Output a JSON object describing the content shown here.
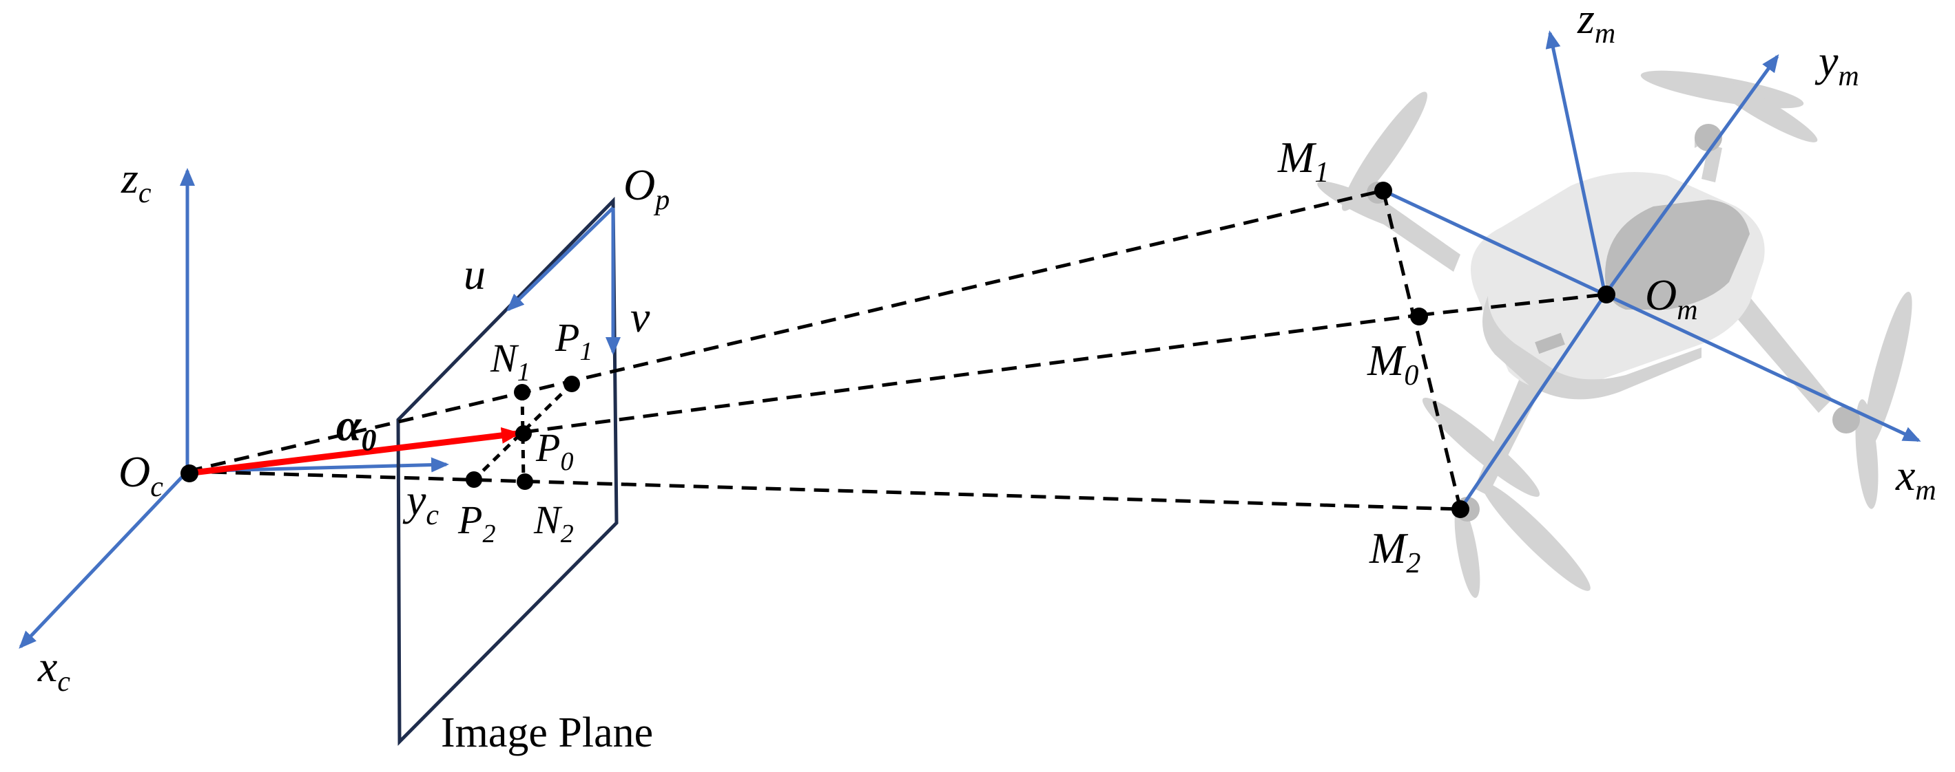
{
  "colors": {
    "axis_blue": "#4472c4",
    "vector_red": "#ff0000",
    "plane_navy": "#1f2d4d",
    "line_black": "#000000"
  },
  "labels": {
    "camera_origin": "O",
    "camera_origin_sub": "c",
    "zc": "z",
    "zc_sub": "c",
    "yc": "y",
    "yc_sub": "c",
    "xc": "x",
    "xc_sub": "c",
    "plane_origin": "O",
    "plane_origin_sub": "p",
    "u": "u",
    "v": "v",
    "n1": "N",
    "n1_sub": "1",
    "p1": "P",
    "p1_sub": "1",
    "p0": "P",
    "p0_sub": "0",
    "p2": "P",
    "p2_sub": "2",
    "n2": "N",
    "n2_sub": "2",
    "alpha": "α",
    "alpha_sub": "0",
    "image_plane": "Image Plane",
    "m1": "M",
    "m1_sub": "1",
    "m0": "M",
    "m0_sub": "0",
    "m2": "M",
    "m2_sub": "2",
    "om": "O",
    "om_sub": "m",
    "zm": "z",
    "zm_sub": "m",
    "ym": "y",
    "ym_sub": "m",
    "xm": "x",
    "xm_sub": "m"
  },
  "icons": {
    "drone": "quadcopter-drone-image"
  }
}
